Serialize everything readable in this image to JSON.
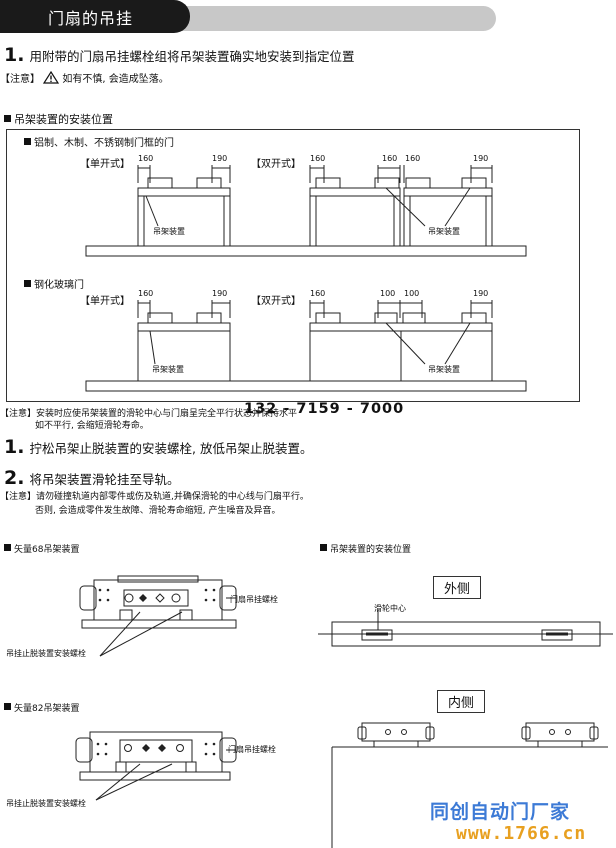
{
  "header": {
    "title": "门扇的吊挂"
  },
  "step1": {
    "number": "1.",
    "text": "用附带的门扇吊挂螺栓组将吊架装置确实地安装到指定位置",
    "note_tag": "【注意】",
    "note_text": "如有不慎, 会造成坠落。"
  },
  "install_section": {
    "title": "吊架装置的安装位置",
    "aluminum": {
      "title": "铝制、木制、不锈钢制门框的门",
      "single_label": "【单开式】",
      "double_label": "【双开式】",
      "dim_160": "160",
      "dim_190": "190",
      "hanger_label": "吊架装置"
    },
    "glass": {
      "title": "钢化玻璃门",
      "single_label": "【单开式】",
      "double_label": "【双开式】",
      "dim_160": "160",
      "dim_190": "190",
      "dim_100": "100",
      "hanger_label": "吊架装置"
    }
  },
  "note2": {
    "tag": "【注意】",
    "line1": "安装时应使吊架装置的滑轮中心与门扇呈完全平行状态并保持水平",
    "line2": "如不平行, 会缩短滑轮寿命。"
  },
  "phone": "132 - 7159 - 7000",
  "step2": {
    "number": "1.",
    "text": "拧松吊架止脱装置的安装螺栓, 放低吊架止脱装置。"
  },
  "step3": {
    "number": "2.",
    "text": "将吊架装置滑轮挂至导轨。",
    "note_tag": "【注意】",
    "note_line1": "请勿碰撞轨道内部零件或伤及轨道,并确保滑轮的中心线与门扇平行。",
    "note_line2": "否则, 会造成零件发生故障、滑轮寿命缩短, 产生噪音及异音。"
  },
  "bottom": {
    "hanger68": "矢量68吊架装置",
    "hanger82": "矢量82吊架装置",
    "door_bolt": "门扇吊挂螺栓",
    "stop_bolt": "吊挂止脱装置安装螺栓",
    "position_title": "吊架装置的安装位置",
    "outside": "外侧",
    "inside": "内侧",
    "pulley_center": "滑轮中心"
  },
  "watermark": {
    "line1": "同创自动门厂家",
    "line2": "www.1766.cn"
  }
}
